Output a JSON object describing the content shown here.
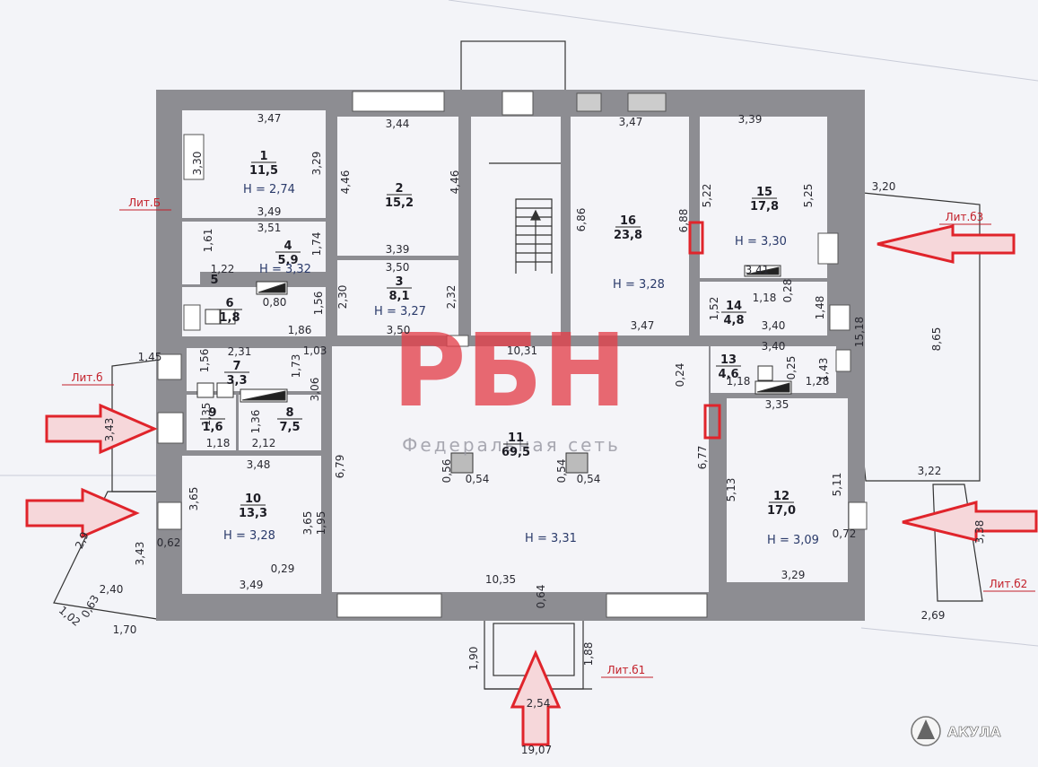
{
  "plan": {
    "rooms": [
      {
        "id": "room-1",
        "num": "1",
        "area": "11,5",
        "height": "Н = 2,74"
      },
      {
        "id": "room-2",
        "num": "2",
        "area": "15,2",
        "height": ""
      },
      {
        "id": "room-3",
        "num": "3",
        "area": "8,1",
        "height": "Н = 3,27"
      },
      {
        "id": "room-4",
        "num": "4",
        "area": "5,9",
        "height": "Н = 3,32"
      },
      {
        "id": "room-5",
        "num": "5",
        "area": "",
        "height": ""
      },
      {
        "id": "room-6",
        "num": "6",
        "area": "1,8",
        "height": ""
      },
      {
        "id": "room-7",
        "num": "7",
        "area": "3,3",
        "height": ""
      },
      {
        "id": "room-8",
        "num": "8",
        "area": "7,5",
        "height": ""
      },
      {
        "id": "room-9",
        "num": "9",
        "area": "1,6",
        "height": ""
      },
      {
        "id": "room-10",
        "num": "10",
        "area": "13,3",
        "height": "Н = 3,28"
      },
      {
        "id": "room-11",
        "num": "11",
        "area": "69,5",
        "height": "Н = 3,31"
      },
      {
        "id": "room-12",
        "num": "12",
        "area": "17,0",
        "height": "Н = 3,09"
      },
      {
        "id": "room-13",
        "num": "13",
        "area": "4,6",
        "height": ""
      },
      {
        "id": "room-14",
        "num": "14",
        "area": "4,8",
        "height": ""
      },
      {
        "id": "room-15",
        "num": "15",
        "area": "17,8",
        "height": "Н = 3,30"
      },
      {
        "id": "room-16",
        "num": "16",
        "area": "23,8",
        "height": "Н = 3,28"
      }
    ],
    "dims": [
      "3,47",
      "3,44",
      "3,47",
      "3,39",
      "3,30",
      "3,29",
      "4,46",
      "4,46",
      "6,86",
      "6,88",
      "5,22",
      "5,25",
      "3,49",
      "3,51",
      "3,39",
      "3,50",
      "1,61",
      "1,74",
      "1,22",
      "3,41",
      "1,18",
      "0,28",
      "2,30",
      "2,32",
      "1,56",
      "3,50",
      "3,47",
      "1,52",
      "3,40",
      "1,48",
      "3,40",
      "15,18",
      "1,43",
      "0,25",
      "1,18",
      "1,28",
      "0,80",
      "1,86",
      "2,31",
      "1,03",
      "1,56",
      "1,73",
      "3,06",
      "1,35",
      "1,36",
      "1,18",
      "2,12",
      "10,31",
      "0,24",
      "3,35",
      "3,48",
      "6,79",
      "0,56",
      "0,54",
      "0,54",
      "0,54",
      "6,77",
      "5,13",
      "5,11",
      "3,65",
      "3,65",
      "1,95",
      "3,43",
      "0,62",
      "0,29",
      "3,49",
      "10,35",
      "0,64",
      "3,29",
      "0,72",
      "2,40",
      "1,70",
      "1,02",
      "0,63",
      "2,9",
      "1,45",
      "3,43",
      "8,65",
      "3,20",
      "3,22",
      "3,38",
      "2,69",
      "1,90",
      "1,88",
      "2,54",
      "19,07"
    ],
    "wing_labels": [
      "Лит.Б",
      "Лит.б",
      "Лит.б3",
      "Лит.б2",
      "Лит.б1"
    ]
  },
  "watermark": {
    "logo": "РБН",
    "subtitle": "Федеральная сеть"
  },
  "brand": {
    "name": "АКУЛА"
  },
  "colors": {
    "wall": "#8d8d92",
    "accent": "#e0242b",
    "watermark": "#e3404a"
  }
}
